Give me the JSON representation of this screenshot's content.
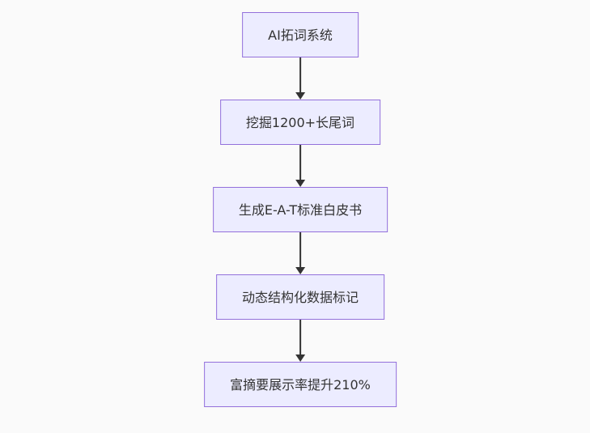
{
  "diagram": {
    "type": "flowchart",
    "direction": "top-down",
    "nodes": [
      {
        "id": "A",
        "label": "AI拓词系统"
      },
      {
        "id": "B",
        "label": "挖掘1200+长尾词"
      },
      {
        "id": "C",
        "label": "生成E-A-T标准白皮书"
      },
      {
        "id": "D",
        "label": "动态结构化数据标记"
      },
      {
        "id": "E",
        "label": "富摘要展示率提升210%"
      }
    ],
    "edges": [
      {
        "from": "A",
        "to": "B"
      },
      {
        "from": "B",
        "to": "C"
      },
      {
        "from": "C",
        "to": "D"
      },
      {
        "from": "D",
        "to": "E"
      }
    ],
    "colors": {
      "background": "#fafafa",
      "node_fill": "#ececff",
      "node_border": "#9370db",
      "node_text": "#333333",
      "arrow": "#333333"
    }
  }
}
